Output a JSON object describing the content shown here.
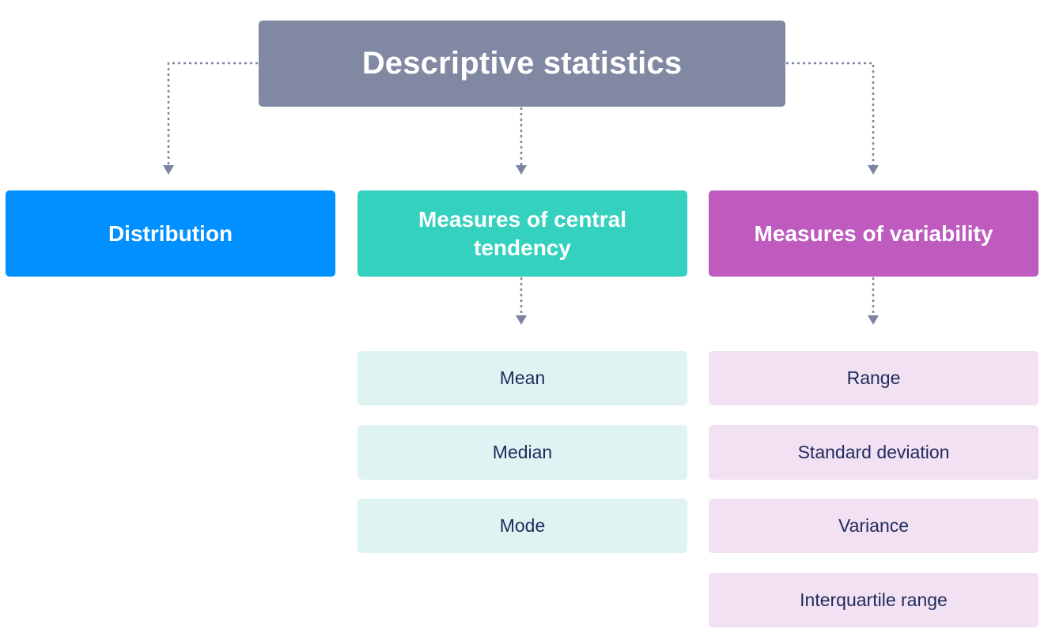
{
  "root": {
    "title": "Descriptive statistics"
  },
  "categories": [
    {
      "label": "Distribution",
      "color": "#0090ff"
    },
    {
      "label": "Measures of central tendency",
      "color": "#33d1be"
    },
    {
      "label": "Measures of variability",
      "color": "#bf5bbf"
    }
  ],
  "central_items": [
    "Mean",
    "Median",
    "Mode"
  ],
  "variability_items": [
    "Range",
    "Standard deviation",
    "Variance",
    "Interquartile range"
  ],
  "colors": {
    "root": "#8088a2",
    "connector": "#7b84a0",
    "item_text": "#1f2a5c",
    "central_item_bg": "#dff4f2",
    "variability_item_bg": "#f2e1f2"
  }
}
